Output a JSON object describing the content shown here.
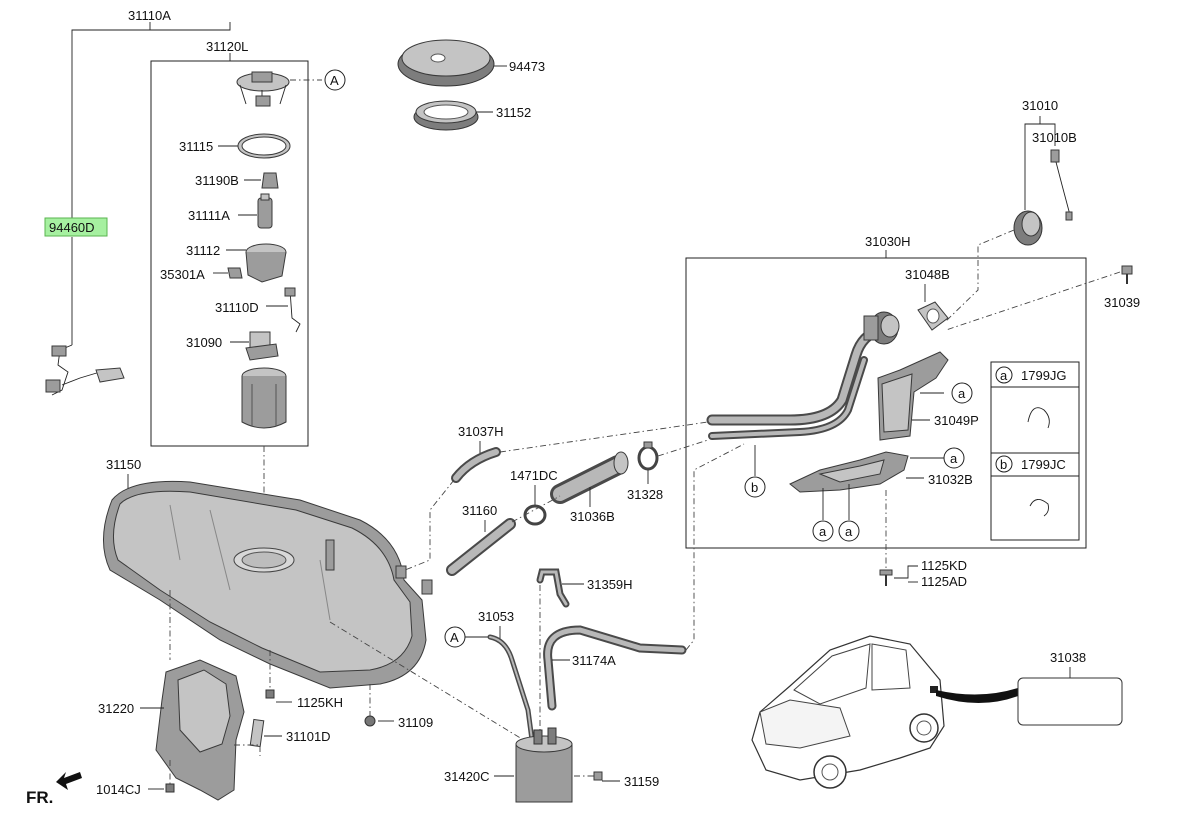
{
  "labels": {
    "l31110A": "31110A",
    "l31120L": "31120L",
    "l31115": "31115",
    "l31190B": "31190B",
    "l31111A": "31111A",
    "l31112": "31112",
    "l35301A": "35301A",
    "l31110D": "31110D",
    "l31090": "31090",
    "l94460D": "94460D",
    "l94473": "94473",
    "l31152": "31152",
    "l31010": "31010",
    "l31010B": "31010B",
    "l31030H": "31030H",
    "l31048B": "31048B",
    "l31039": "31039",
    "l31049P": "31049P",
    "l31032B": "31032B",
    "l1799JG": "1799JG",
    "l1799JC": "1799JC",
    "l1125KD": "1125KD",
    "l1125AD": "1125AD",
    "l31037H": "31037H",
    "l1471DC": "1471DC",
    "l31328": "31328",
    "l31036B": "31036B",
    "l31160": "31160",
    "l31150": "31150",
    "l31359H": "31359H",
    "l31053": "31053",
    "l31174A": "31174A",
    "l31038": "31038",
    "l31220": "31220",
    "l1125KH": "1125KH",
    "l31109": "31109",
    "l31101D": "31101D",
    "l31420C": "31420C",
    "l31159": "31159",
    "l1014CJ": "1014CJ",
    "fr": "FR."
  },
  "callouts": {
    "A": "A",
    "a": "a",
    "b": "b"
  },
  "highlight_color": "#a6f0a0"
}
